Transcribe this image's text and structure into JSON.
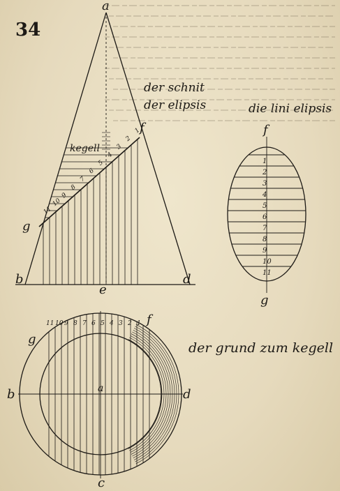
{
  "page": {
    "number": "34",
    "captions": {
      "section": "der schnit der elipsis",
      "section_line1": "der schnit",
      "section_line2": "der elipsis",
      "ellipse_line": "die lini elipsis",
      "base": "der grund zum kegell",
      "cone": "kegell"
    }
  },
  "cone": {
    "points": {
      "a": "a",
      "b": "b",
      "d": "d",
      "e": "e",
      "f": "f",
      "g": "g"
    },
    "section_numbers": [
      "1",
      "2",
      "3",
      "4",
      "5",
      "6",
      "7",
      "8",
      "9",
      "10",
      "11"
    ]
  },
  "ellipse": {
    "top": "f",
    "bottom": "g",
    "numbers": [
      "1",
      "2",
      "3",
      "4",
      "5",
      "6",
      "7",
      "8",
      "9",
      "10",
      "11"
    ]
  },
  "base_circle": {
    "points": {
      "a": "a",
      "b": "b",
      "d": "d",
      "f": "f",
      "g": "g",
      "c": "c"
    },
    "numbers": [
      "11",
      "10",
      "9",
      "8",
      "7",
      "6",
      "5",
      "4",
      "3",
      "2",
      "1"
    ]
  },
  "colors": {
    "ink": "#1d1a16",
    "paper": "#e9dfc4"
  }
}
